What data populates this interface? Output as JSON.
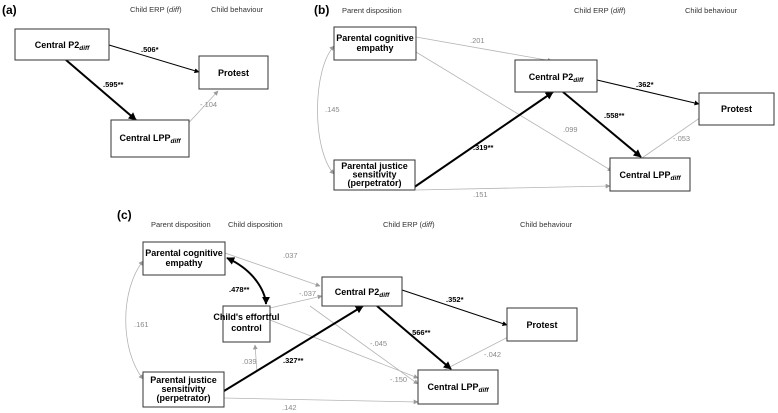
{
  "panel_a": {
    "label": "(a)",
    "headers": {
      "child_erp_prefix": "Child ERP (",
      "child_erp_italic": "diff",
      "child_erp_suffix": ")",
      "child_behaviour": "Child behaviour"
    },
    "nodes": {
      "p2_main": "Central P2",
      "p2_sub": "diff",
      "protest": "Protest",
      "lpp_main": "Central LPP",
      "lpp_sub": "diff"
    },
    "coefficients": {
      "p2_protest": ".506*",
      "p2_lpp": ".595**",
      "lpp_protest": "-.104"
    }
  },
  "panel_b": {
    "label": "(b)",
    "headers": {
      "parent_disposition": "Parent disposition",
      "child_erp_prefix": "Child ERP (",
      "child_erp_italic": "diff",
      "child_erp_suffix": ")",
      "child_behaviour": "Child behaviour"
    },
    "nodes": {
      "empathy_line1": "Parental cognitive",
      "empathy_line2": "empathy",
      "justice_line1": "Parental justice",
      "justice_line2": "sensitivity",
      "justice_line3": "(perpetrator)",
      "p2_main": "Central P2",
      "p2_sub": "diff",
      "protest": "Protest",
      "lpp_main": "Central LPP",
      "lpp_sub": "diff"
    },
    "coefficients": {
      "empathy_p2": ".201",
      "empathy_justice": ".145",
      "empathy_lpp": ".099",
      "justice_p2": ".319**",
      "justice_lpp": ".151",
      "p2_protest": ".362*",
      "p2_lpp": ".558**",
      "lpp_protest": "-.053"
    }
  },
  "panel_c": {
    "label": "(c)",
    "headers": {
      "parent_disposition": "Parent disposition",
      "child_disposition": "Child disposition",
      "child_erp_prefix": "Child ERP (",
      "child_erp_italic": "diff",
      "child_erp_suffix": ")",
      "child_behaviour": "Child behaviour"
    },
    "nodes": {
      "empathy_line1": "Parental cognitive",
      "empathy_line2": "empathy",
      "control_line1": "Child's effortful",
      "control_line2": "control",
      "justice_line1": "Parental justice",
      "justice_line2": "sensitivity",
      "justice_line3": "(perpetrator)",
      "p2_main": "Central P2",
      "p2_sub": "diff",
      "protest": "Protest",
      "lpp_main": "Central LPP",
      "lpp_sub": "diff"
    },
    "coefficients": {
      "empathy_p2": ".037",
      "empathy_justice": ".161",
      "empathy_control": ".478**",
      "control_p2": "-.037",
      "control_lpp": "-.045",
      "justice_control": ".039",
      "justice_p2": ".327**",
      "p2_lpp_thin": "-.150",
      "justice_lpp": ".142",
      "p2_protest": ".352*",
      "p2_lpp": ".566**",
      "lpp_protest": "-.042"
    }
  }
}
